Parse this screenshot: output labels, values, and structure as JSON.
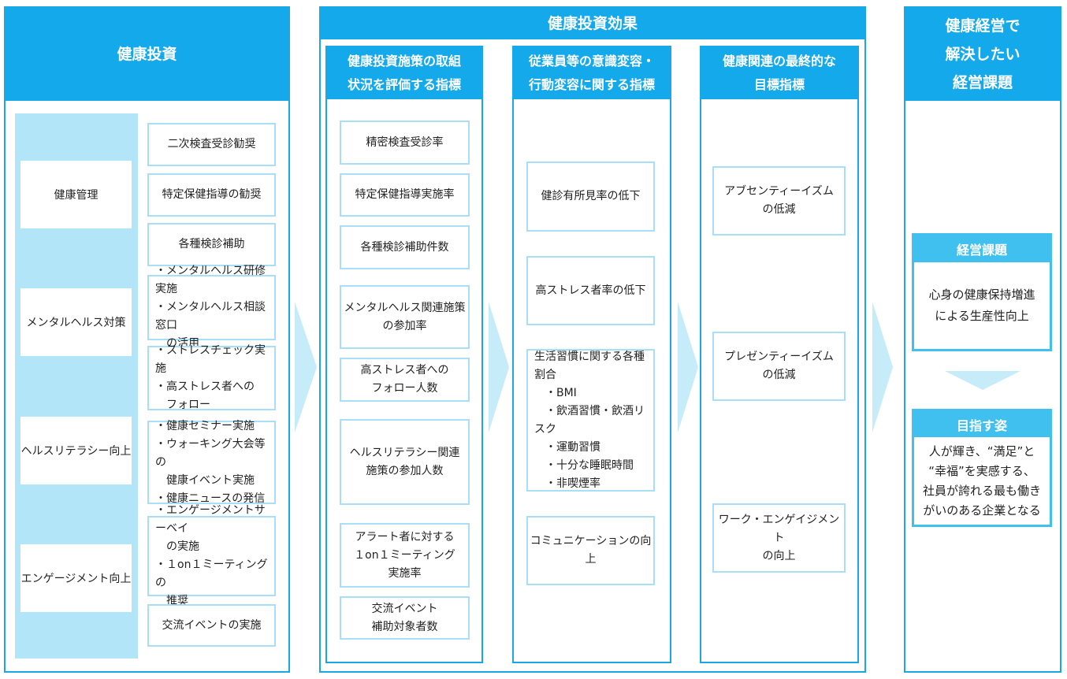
{
  "col1": {
    "title": "健康投資",
    "categories": [
      "健康管理",
      "メンタルヘルス対策",
      "ヘルスリテラシー向上",
      "エンゲージメント向上"
    ],
    "measures": [
      {
        "lines": [
          "二次検査受診勧奨"
        ]
      },
      {
        "lines": [
          "特定保健指導の勧奨"
        ]
      },
      {
        "lines": [
          "各種検診補助"
        ]
      },
      {
        "lines": [
          "・メンタルヘルス研修実施",
          "・メンタルヘルス相談窓口",
          "　の活用"
        ]
      },
      {
        "lines": [
          "・ストレスチェック実施",
          "・高ストレス者への",
          "　フォロー"
        ]
      },
      {
        "lines": [
          "・健康セミナー実施",
          "・ウォーキング大会等の",
          "　健康イベント実施",
          "・健康ニュースの発信"
        ]
      },
      {
        "lines": [
          "・エンゲージメントサーベイ",
          "　の実施",
          "・１on１ミーティングの",
          "　推奨"
        ]
      },
      {
        "lines": [
          "交流イベントの実施"
        ]
      }
    ]
  },
  "effect": {
    "title": "健康投資効果",
    "sub1": {
      "title_lines": [
        "健康投資施策の取組",
        "状況を評価する指標"
      ],
      "items": [
        [
          "精密検査受診率"
        ],
        [
          "特定保健指導実施率"
        ],
        [
          "各種検診補助件数"
        ],
        [
          "メンタルヘルス関連施策",
          "の参加率"
        ],
        [
          "高ストレス者への",
          "フォロー人数"
        ],
        [
          "ヘルスリテラシー関連",
          "施策の参加人数"
        ],
        [
          "アラート者に対する",
          "１on１ミーティング",
          "実施率"
        ],
        [
          "交流イベント",
          "補助対象者数"
        ]
      ]
    },
    "sub2": {
      "title_lines": [
        "従業員等の意識変容・",
        "行動変容に関する指標"
      ],
      "items": [
        [
          "健診有所見率の低下"
        ],
        [
          "高ストレス者率の低下"
        ],
        [
          "コミュニケーションの向上"
        ]
      ],
      "habit_lines": [
        "生活習慣に関する各種",
        "割合",
        "　・BMI",
        "　・飲酒習慣・飲酒リスク",
        "　・運動習慣",
        "　・十分な睡眠時間",
        "　・非喫煙率"
      ]
    },
    "sub3": {
      "title_lines": [
        "健康関連の最終的な",
        "目標指標"
      ],
      "items": [
        [
          "アブセンティーイズム",
          "の低減"
        ],
        [
          "プレゼンティーイズム",
          "の低減"
        ],
        [
          "ワーク・エンゲイジメント",
          "の向上"
        ]
      ]
    }
  },
  "col5": {
    "title_lines": [
      "健康経営で",
      "解決したい",
      "経営課題"
    ],
    "issue_title": "経営課題",
    "issue_lines": [
      "心身の健康保持増進",
      "による生産性向上"
    ],
    "goal_title": "目指す姿",
    "goal_lines": [
      "人が輝き、“満足”と",
      "“幸福”を実感する、",
      "社員が誇れる最も働き",
      "がいのある企業となる"
    ]
  },
  "colors": {
    "header": "#13a9ea",
    "border": "#1aa7e6",
    "light": "#b3e5f8",
    "box_border": "#a9dff6",
    "sub": "#3fc0ee",
    "arrow": "#c6ebf9"
  }
}
